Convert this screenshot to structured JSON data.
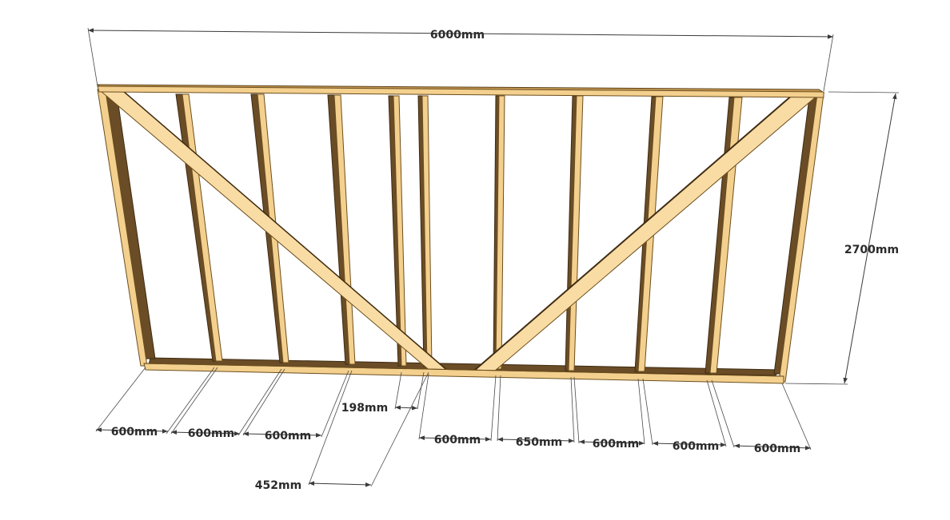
{
  "dimensions": {
    "overall_width": "6000mm",
    "overall_height": "2700mm",
    "bottom_spacings": [
      "600mm",
      "600mm",
      "600mm",
      "198mm",
      "600mm",
      "650mm",
      "600mm",
      "600mm",
      "600mm"
    ],
    "lower_spacing": "452mm"
  },
  "colors": {
    "timber": "#f4d08e",
    "timber_shadow": "#6a4c26",
    "dimension_line": "#3a3a3a"
  }
}
